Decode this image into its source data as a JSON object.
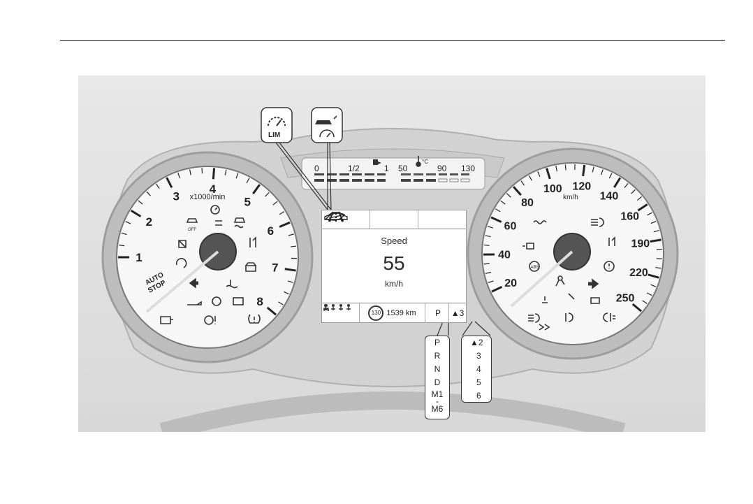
{
  "tachometer": {
    "ticks": [
      "1",
      "2",
      "3",
      "4",
      "5",
      "6",
      "7",
      "8"
    ],
    "unit": "x1000/min",
    "auto_stop_line1": "AUTO",
    "auto_stop_line2": "STOP"
  },
  "speedometer": {
    "ticks": [
      "20",
      "40",
      "60",
      "80",
      "100",
      "120",
      "140",
      "160",
      "190",
      "220",
      "250"
    ],
    "unit": "km/h"
  },
  "top_bar": {
    "fuel_labels": [
      "0",
      "1/2",
      "1"
    ],
    "temp_labels": [
      "50",
      "90",
      "130"
    ],
    "temp_unit": "°C"
  },
  "callouts": {
    "limiter_text": "LIM",
    "gear_positions": [
      "P",
      "R",
      "N",
      "D",
      "M1",
      "-",
      "M6"
    ],
    "gear_numbers": [
      "▲2",
      "3",
      "4",
      "5",
      "6"
    ]
  },
  "display": {
    "title": "Speed",
    "value": "55",
    "unit": "km/h",
    "speed_sign": "130",
    "distance": "1539 km",
    "gear": "P",
    "gear_indicator": "▲3"
  }
}
